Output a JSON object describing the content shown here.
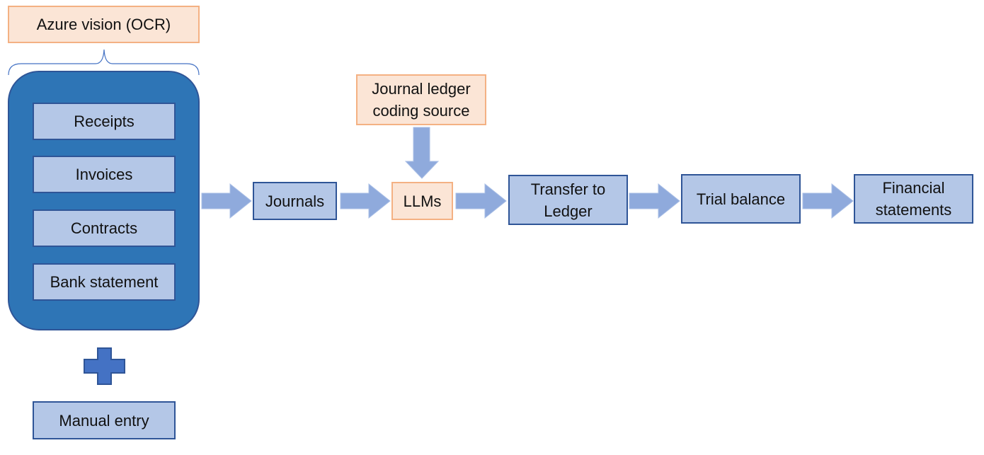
{
  "ocr": {
    "title": "Azure vision (OCR)"
  },
  "sources": {
    "items": [
      {
        "label": "Receipts"
      },
      {
        "label": "Invoices"
      },
      {
        "label": "Contracts"
      },
      {
        "label": "Bank statement"
      }
    ]
  },
  "manual": {
    "label": "Manual entry"
  },
  "coding_source": {
    "label": "Journal ledger\ncoding source"
  },
  "flow": {
    "journals": "Journals",
    "llms": "LLMs",
    "transfer": "Transfer to\nLedger",
    "trial_balance": "Trial balance",
    "financial": "Financial\nstatements"
  },
  "colors": {
    "container": "#2e75b6",
    "box_fill": "#b4c7e7",
    "box_border": "#2f5597",
    "orange_fill": "#fbe5d6",
    "orange_border": "#f4b183",
    "arrow": "#8faadc",
    "plus": "#4472c4"
  },
  "icons": {
    "plus": "plus-icon",
    "arrow": "right-arrow-icon",
    "down_arrow": "down-arrow-icon",
    "brace": "curly-brace"
  }
}
